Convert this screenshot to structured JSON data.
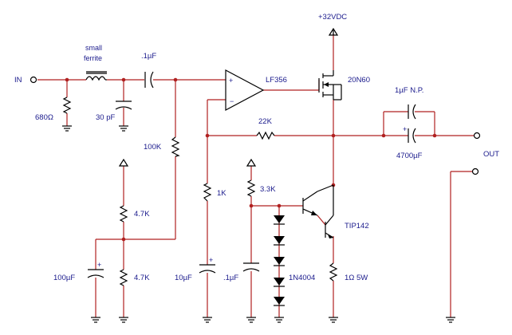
{
  "labels": {
    "in": "IN",
    "out": "OUT",
    "supply": "+32VDC",
    "ferrite_line1": "small",
    "ferrite_line2": "ferrite",
    "r_in": "680Ω",
    "c_filter": "30 pF",
    "c_coupling": ".1µF",
    "r_bias": "100K",
    "r_top": "4.7K",
    "r_bottom": "4.7K",
    "c_bias": "100µF",
    "opamp": "LF356",
    "mosfet": "20N60",
    "r_feedback": "22K",
    "c_np": "1µF N.P.",
    "c_out": "4700µF",
    "r_1k": "1K",
    "c_10u": "10µF",
    "r_3k3": "3.3K",
    "c_01": ".1µF",
    "diodes": "1N4004",
    "transistor": "TIP142",
    "r_sense": "1Ω 5W"
  },
  "colors": {
    "wire": "#b02020",
    "component": "#000000",
    "label": "#1a1a8c"
  }
}
